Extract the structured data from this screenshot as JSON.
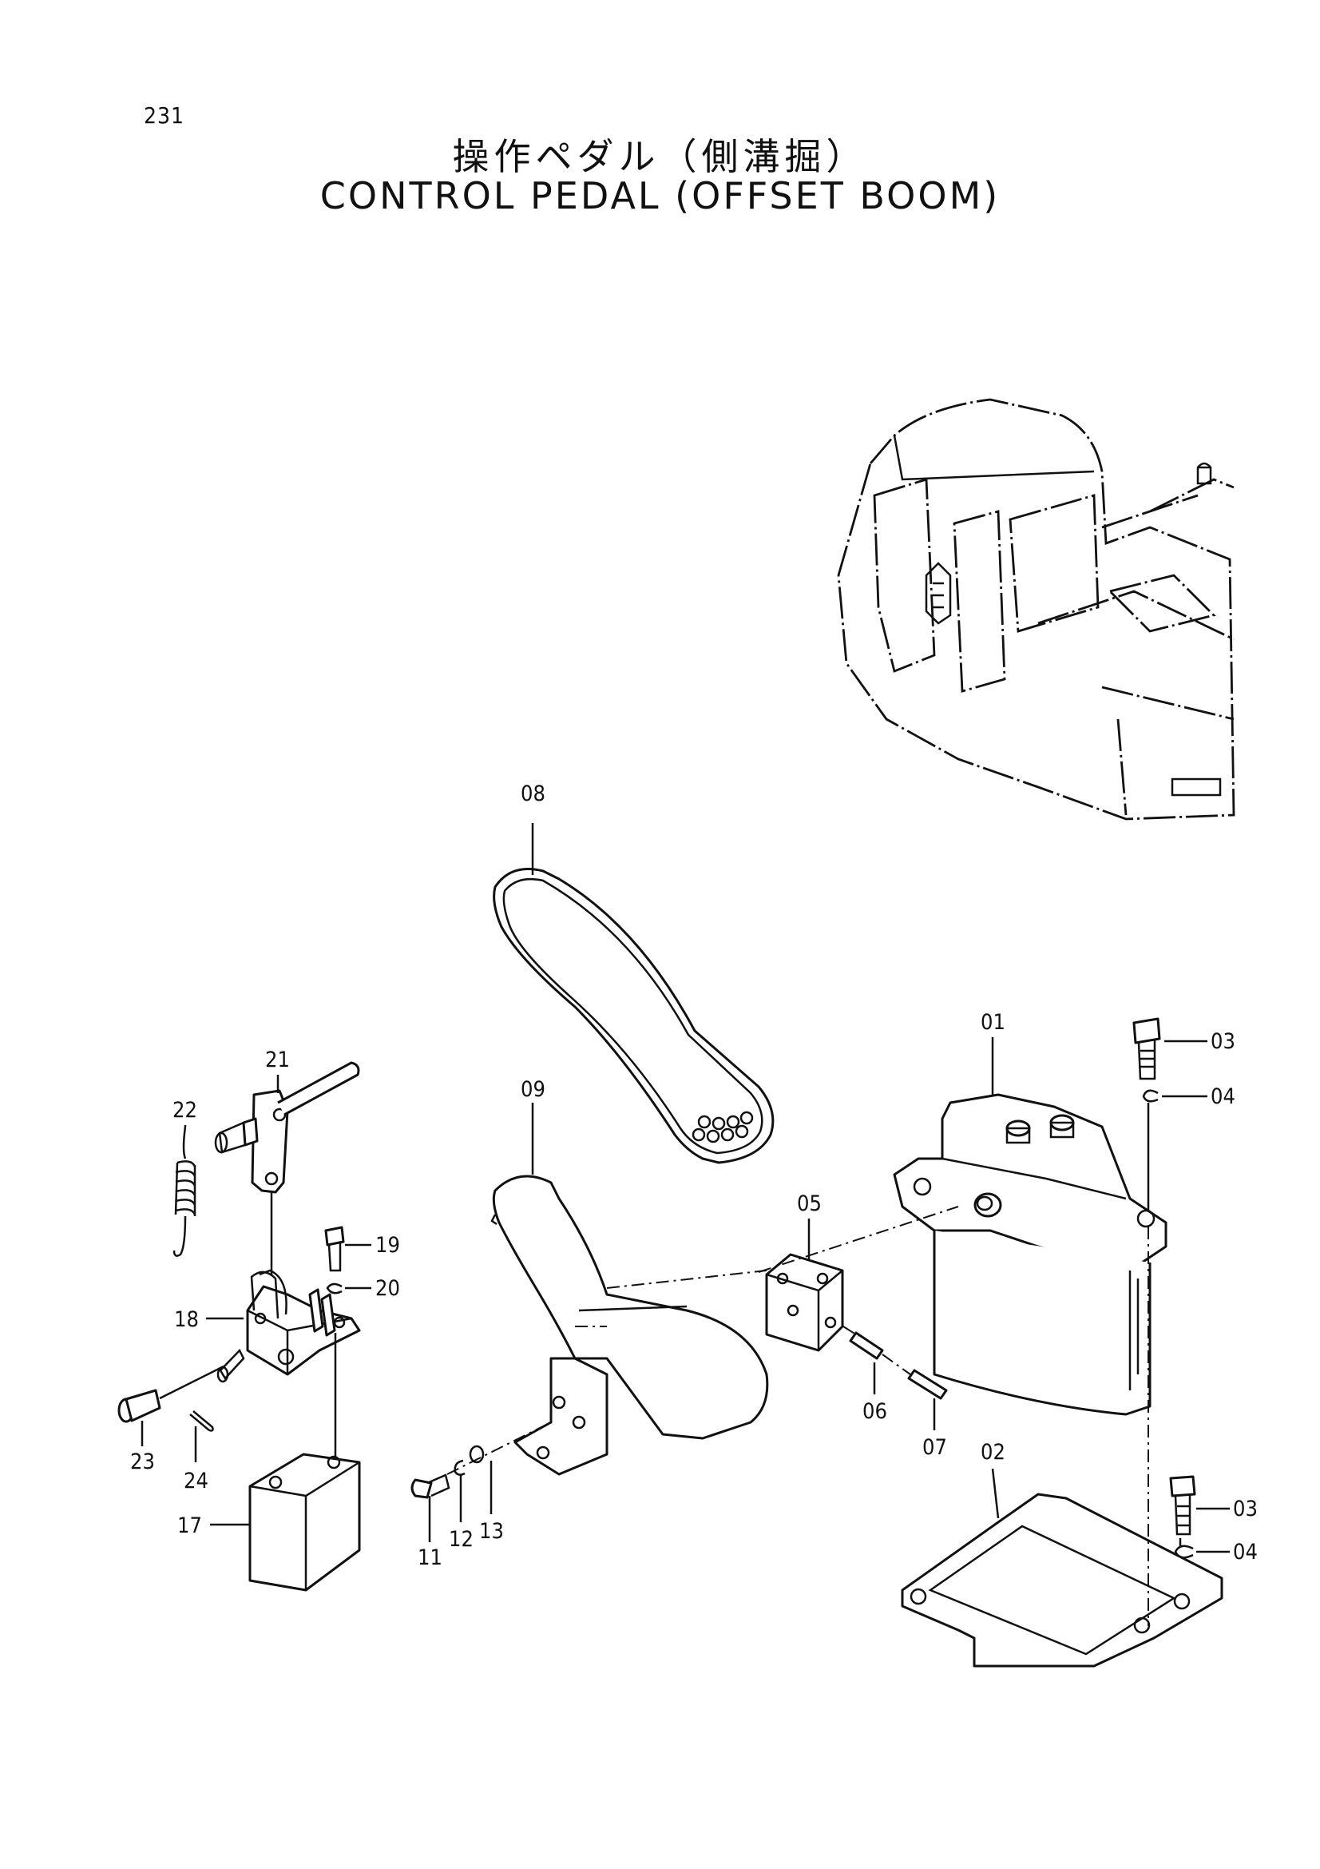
{
  "page_number": "231",
  "title_jp": "操作ペダル（側溝掘）",
  "title_en": "CONTROL PEDAL (OFFSET BOOM)",
  "callouts": {
    "p01": "01",
    "p02": "02",
    "p03a": "03",
    "p03b": "03",
    "p04a": "04",
    "p04b": "04",
    "p05": "05",
    "p06": "06",
    "p07": "07",
    "p08": "08",
    "p09": "09",
    "p11": "11",
    "p12": "12",
    "p13": "13",
    "p17": "17",
    "p18": "18",
    "p19": "19",
    "p20": "20",
    "p21": "21",
    "p22": "22",
    "p23": "23",
    "p24": "24"
  }
}
